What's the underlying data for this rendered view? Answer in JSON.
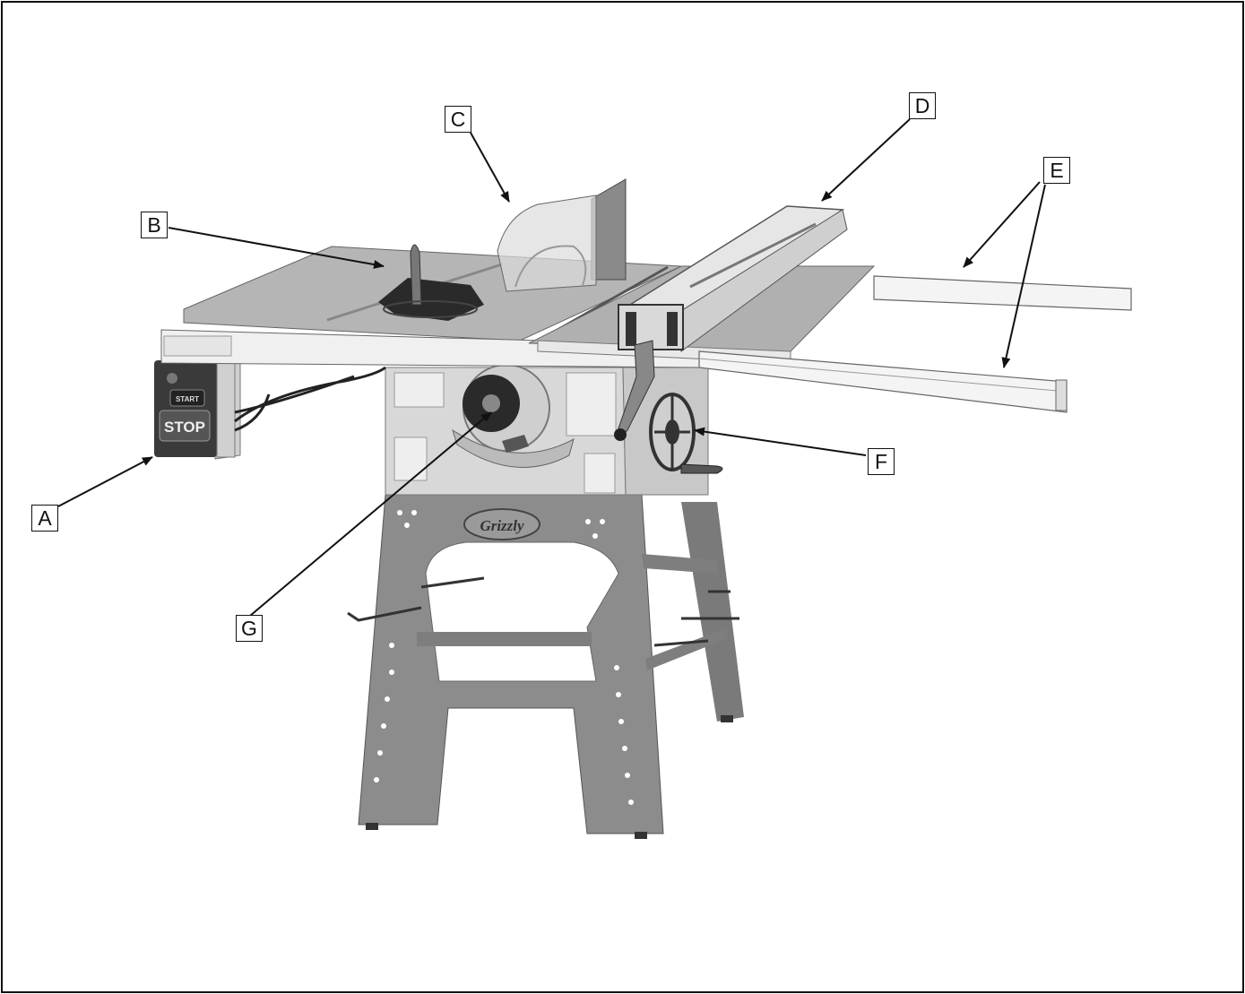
{
  "callouts": {
    "A": "A",
    "B": "B",
    "C": "C",
    "D": "D",
    "E": "E",
    "F": "F",
    "G": "G"
  },
  "switch": {
    "start_label": "START",
    "stop_label": "STOP"
  },
  "brand_badge": "Grizzly",
  "colors": {
    "outline": "#111111",
    "table_top": "#b5b5b5",
    "cabinet": "#d8d8d8",
    "stand": "#8c8c8c",
    "rails": "#f2f2f2",
    "switch_body": "#3a3a3a"
  }
}
